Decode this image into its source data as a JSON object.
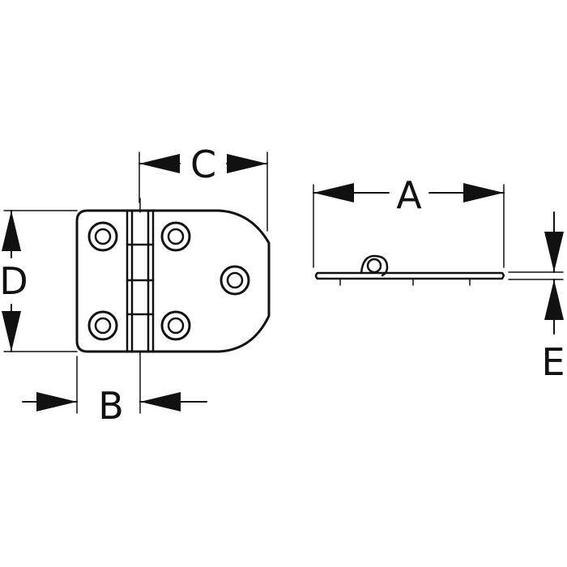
{
  "labels": {
    "a": "A",
    "b": "B",
    "c": "C",
    "d": "D",
    "e": "E"
  },
  "colors": {
    "ink": "#111111",
    "background": "#ffffff"
  }
}
